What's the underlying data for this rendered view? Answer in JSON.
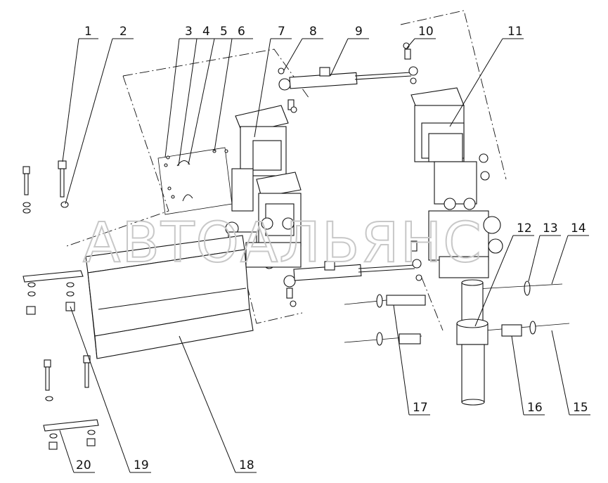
{
  "diagram": {
    "callouts": [
      "1",
      "2",
      "3",
      "4",
      "5",
      "6",
      "7",
      "8",
      "9",
      "10",
      "11",
      "12",
      "13",
      "14",
      "15",
      "16",
      "17",
      "18",
      "19",
      "20"
    ],
    "watermark": "АВТОАЛЬЯНС"
  }
}
